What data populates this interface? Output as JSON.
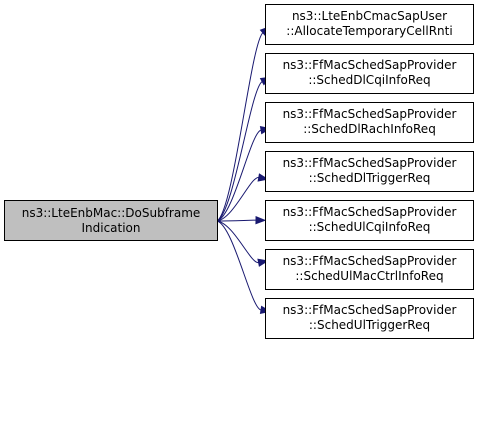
{
  "graph": {
    "source": {
      "line1": "ns3::LteEnbMac::DoSubframe",
      "line2": "Indication",
      "fill": "#bfbfbf"
    },
    "targets": [
      {
        "line1": "ns3::LteEnbCmacSapUser",
        "line2": "::AllocateTemporaryCellRnti"
      },
      {
        "line1": "ns3::FfMacSchedSapProvider",
        "line2": "::SchedDlCqiInfoReq"
      },
      {
        "line1": "ns3::FfMacSchedSapProvider",
        "line2": "::SchedDlRachInfoReq"
      },
      {
        "line1": "ns3::FfMacSchedSapProvider",
        "line2": "::SchedDlTriggerReq"
      },
      {
        "line1": "ns3::FfMacSchedSapProvider",
        "line2": "::SchedUlCqiInfoReq"
      },
      {
        "line1": "ns3::FfMacSchedSapProvider",
        "line2": "::SchedUlMacCtrlInfoReq"
      },
      {
        "line1": "ns3::FfMacSchedSapProvider",
        "line2": "::SchedUlTriggerReq"
      }
    ],
    "colors": {
      "edge": "#191970",
      "node_border": "#000000",
      "node_fill": "#ffffff"
    }
  }
}
